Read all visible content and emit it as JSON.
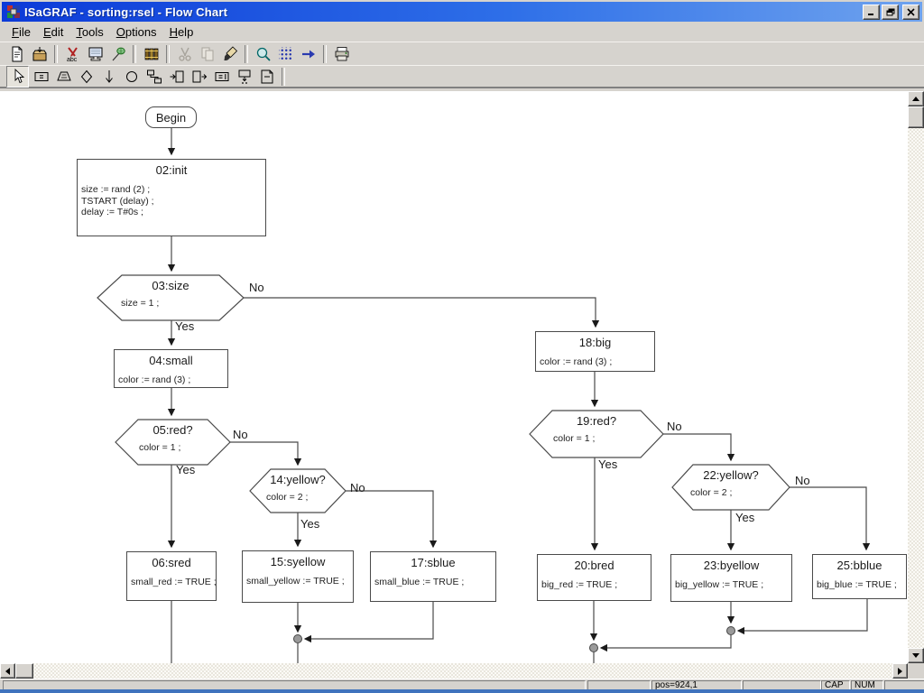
{
  "window": {
    "title": "ISaGRAF - sorting:rsel - Flow Chart",
    "controls": [
      "minimize",
      "restore",
      "close"
    ]
  },
  "menu": {
    "items": [
      "File",
      "Edit",
      "Tools",
      "Options",
      "Help"
    ]
  },
  "toolbar_main": {
    "icons": [
      "document",
      "save-archive",
      "verify-abc",
      "simulate-monitor",
      "debug-net",
      "library-books",
      "cut",
      "copy",
      "paste-brush",
      "zoom-magnifier",
      "grid-dots",
      "next-arrow",
      "print"
    ]
  },
  "toolbar_tools": {
    "icons": [
      "select-cursor",
      "action-box",
      "test-trapezoid",
      "wait-diamond",
      "flow-arrow",
      "connector-circle",
      "branch",
      "jump",
      "return",
      "io-box",
      "subprogram",
      "comment"
    ]
  },
  "labels": {
    "yes": "Yes",
    "no": "No"
  },
  "flowchart": {
    "begin": "Begin",
    "nodes": {
      "n02": {
        "title": "02:init",
        "lines": [
          "size := rand (2) ;",
          "TSTART (delay) ;",
          "delay := T#0s ;"
        ]
      },
      "n03": {
        "title": "03:size",
        "cond": "size = 1 ;"
      },
      "n04": {
        "title": "04:small",
        "lines": [
          "color := rand (3) ;"
        ]
      },
      "n05": {
        "title": "05:red?",
        "cond": "color = 1 ;"
      },
      "n14": {
        "title": "14:yellow?",
        "cond": "color = 2 ;"
      },
      "n06": {
        "title": "06:sred",
        "lines": [
          "small_red := TRUE ;"
        ]
      },
      "n15": {
        "title": "15:syellow",
        "lines": [
          "small_yellow := TRUE ;"
        ]
      },
      "n17": {
        "title": "17:sblue",
        "lines": [
          "small_blue := TRUE ;"
        ]
      },
      "n18": {
        "title": "18:big",
        "lines": [
          "color := rand (3) ;"
        ]
      },
      "n19": {
        "title": "19:red?",
        "cond": "color = 1 ;"
      },
      "n22": {
        "title": "22:yellow?",
        "cond": "color = 2 ;"
      },
      "n20": {
        "title": "20:bred",
        "lines": [
          "big_red := TRUE ;"
        ]
      },
      "n23": {
        "title": "23:byellow",
        "lines": [
          "big_yellow := TRUE ;"
        ]
      },
      "n25": {
        "title": "25:bblue",
        "lines": [
          "big_blue := TRUE ;"
        ]
      }
    }
  },
  "statusbar": {
    "pos": "pos=924,1",
    "cap": "CAP",
    "num": "NUM"
  },
  "colors": {
    "titlebar_left": "#0c3ad8",
    "titlebar_right": "#6fa3ee",
    "chrome": "#d6d3ce",
    "canvas": "#ffffff",
    "line": "#4a4a4a",
    "merge_dot": "#9a9a9a",
    "status_blue": "#3f73bd"
  }
}
